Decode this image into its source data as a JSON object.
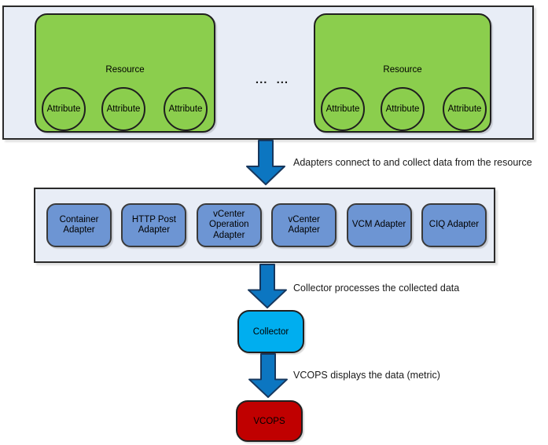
{
  "colors": {
    "panel_fill": "#E8EDF6",
    "resource_green": "#8BCE4D",
    "adapter_blue": "#6D95D3",
    "arrow_blue": "#0C76C1",
    "collector_cyan": "#00AEEF",
    "vcops_red": "#C00000"
  },
  "resources_panel": {
    "resources": [
      {
        "label": "Resource",
        "attributes": [
          "Attribute",
          "Attribute",
          "Attribute"
        ]
      },
      {
        "label": "Resource",
        "attributes": [
          "Attribute",
          "Attribute",
          "Attribute"
        ]
      }
    ],
    "ellipsis": "... ..."
  },
  "arrows": [
    {
      "label": "Adapters connect to and collect data from the resource"
    },
    {
      "label": "Collector processes the collected data"
    },
    {
      "label": "VCOPS displays the data (metric)"
    }
  ],
  "adapters_panel": {
    "items": [
      {
        "label": "Container\nAdapter"
      },
      {
        "label": "HTTP Post\nAdapter"
      },
      {
        "label": "vCenter\nOperation\nAdapter"
      },
      {
        "label": "vCenter\nAdapter"
      },
      {
        "label": "VCM Adapter"
      },
      {
        "label": "CIQ Adapter"
      }
    ]
  },
  "collector": {
    "label": "Collector"
  },
  "vcops": {
    "label": "VCOPS"
  }
}
